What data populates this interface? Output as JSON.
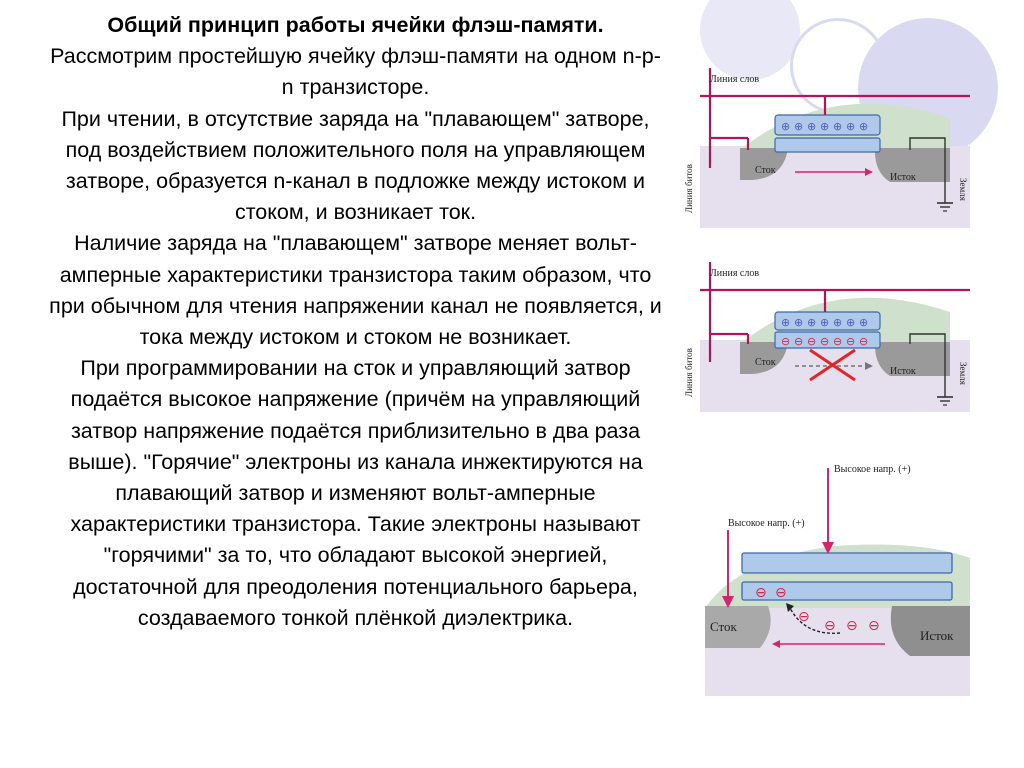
{
  "slide": {
    "title": "Общий принцип работы ячейки флэш-памяти.",
    "paragraphs": [
      "Рассмотрим простейшую ячейку флэш-памяти на одном n-p-n транзисторе.",
      "При чтении, в отсутствие заряда на \"плавающем\" затворе, под воздействием положительного поля на управляющем затворе, образуется n-канал в подложке между истоком и стоком, и возникает ток.",
      "Наличие заряда на \"плавающем\" затворе меняет вольт-амперные характеристики транзистора таким образом, что при обычном для чтения напряжении канал не появляется, и тока между истоком и стоком не возникает.",
      "При программировании на сток и управляющий затвор подаётся высокое напряжение (причём на управляющий затвор напряжение подаётся приблизительно в два раза выше). \"Горячие\" электроны из канала инжектируются на плавающий затвор и изменяют вольт-амперные характеристики транзистора. Такие электроны называют \"горячими\" за то, что обладают высокой энергией, достаточной для преодоления потенциального барьера, создаваемого тонкой плёнкой диэлектрика."
    ]
  },
  "diagram1": {
    "word_line": "Линия слов",
    "bit_line": "Линия битов",
    "drain": "Сток",
    "source": "Исток",
    "ground": "Земля"
  },
  "diagram2": {
    "word_line": "Линия слов",
    "bit_line": "Линия битов",
    "drain": "Сток",
    "source": "Исток",
    "ground": "Земля"
  },
  "diagram3": {
    "high_voltage_gate": "Высокое напр. (+)",
    "high_voltage_drain": "Высокое напр. (+)",
    "drain": "Сток",
    "source": "Исток"
  },
  "colors": {
    "deco_circle": "#d9d9f2",
    "pink_wire": "#b0155a",
    "dome_green": "#cfe0cc",
    "substrate_lavender": "#e6e0ee",
    "gate_blue": "#aec9ea",
    "gate_border": "#3f68a8",
    "plus_charge": "#5460b4",
    "minus_charge": "#d3244a",
    "electrode_gray": "#9a9a9a",
    "cross_red": "#e0262a",
    "arrow_pink": "#d6246e"
  }
}
